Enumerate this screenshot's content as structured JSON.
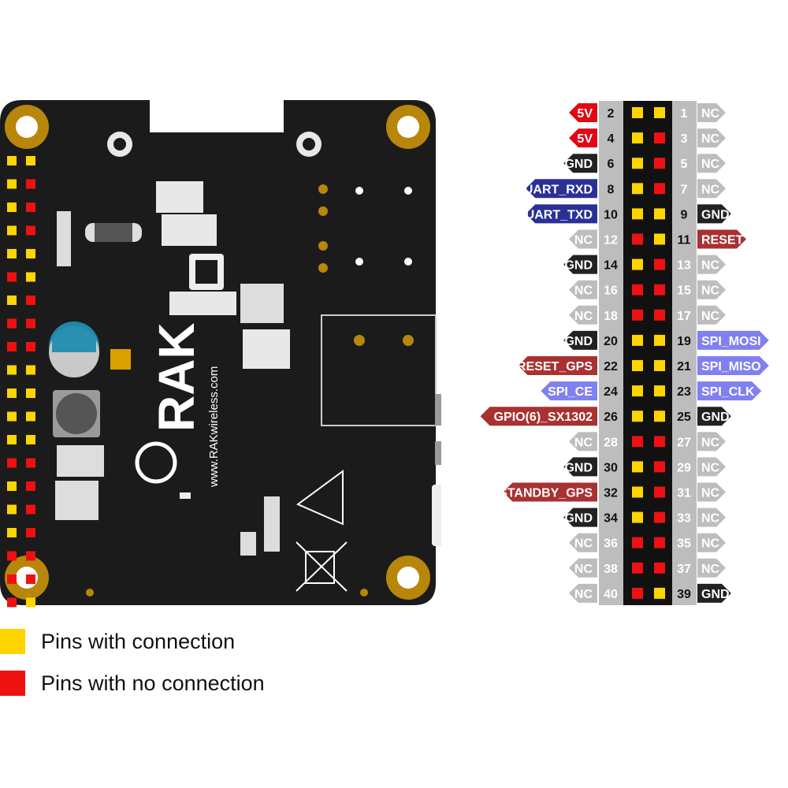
{
  "board": {
    "logo_text": "RAK",
    "website": "www.RAKwireless.com"
  },
  "colors": {
    "pin_connected": "#FFD500",
    "pin_unconnected": "#EE1111",
    "power": "#E30613",
    "ground": "#222222",
    "uart": "#2B3194",
    "spi": "#8080F0",
    "special": "#A83232",
    "nc": "#BDBDBD",
    "board": "#1B1B1B"
  },
  "legend": [
    {
      "label": "Pins with connection",
      "color_key": "pin_connected"
    },
    {
      "label": "Pins with no connection",
      "color_key": "pin_unconnected"
    }
  ],
  "pinout": {
    "rows": [
      {
        "left_pin": "2",
        "left_label": "5V",
        "left_type": "power",
        "left_state": "connected",
        "right_pin": "1",
        "right_label": "NC",
        "right_type": "nc",
        "right_state": "connected"
      },
      {
        "left_pin": "4",
        "left_label": "5V",
        "left_type": "power",
        "left_state": "connected",
        "right_pin": "3",
        "right_label": "NC",
        "right_type": "nc",
        "right_state": "unconnected"
      },
      {
        "left_pin": "6",
        "left_label": "GND",
        "left_type": "ground",
        "left_state": "connected",
        "right_pin": "5",
        "right_label": "NC",
        "right_type": "nc",
        "right_state": "unconnected"
      },
      {
        "left_pin": "8",
        "left_label": "UART_RXD",
        "left_type": "uart",
        "left_state": "connected",
        "right_pin": "7",
        "right_label": "NC",
        "right_type": "nc",
        "right_state": "unconnected"
      },
      {
        "left_pin": "10",
        "left_label": "UART_TXD",
        "left_type": "uart",
        "left_state": "connected",
        "right_pin": "9",
        "right_label": "GND",
        "right_type": "ground",
        "right_state": "connected"
      },
      {
        "left_pin": "12",
        "left_label": "NC",
        "left_type": "nc",
        "left_state": "unconnected",
        "right_pin": "11",
        "right_label": "RESET",
        "right_type": "special",
        "right_state": "connected"
      },
      {
        "left_pin": "14",
        "left_label": "GND",
        "left_type": "ground",
        "left_state": "connected",
        "right_pin": "13",
        "right_label": "NC",
        "right_type": "nc",
        "right_state": "unconnected"
      },
      {
        "left_pin": "16",
        "left_label": "NC",
        "left_type": "nc",
        "left_state": "unconnected",
        "right_pin": "15",
        "right_label": "NC",
        "right_type": "nc",
        "right_state": "unconnected"
      },
      {
        "left_pin": "18",
        "left_label": "NC",
        "left_type": "nc",
        "left_state": "unconnected",
        "right_pin": "17",
        "right_label": "NC",
        "right_type": "nc",
        "right_state": "unconnected"
      },
      {
        "left_pin": "20",
        "left_label": "GND",
        "left_type": "ground",
        "left_state": "connected",
        "right_pin": "19",
        "right_label": "SPI_MOSI",
        "right_type": "spi",
        "right_state": "connected"
      },
      {
        "left_pin": "22",
        "left_label": "RESET_GPS",
        "left_type": "special",
        "left_state": "connected",
        "right_pin": "21",
        "right_label": "SPI_MISO",
        "right_type": "spi",
        "right_state": "connected"
      },
      {
        "left_pin": "24",
        "left_label": "SPI_CE",
        "left_type": "spi",
        "left_state": "connected",
        "right_pin": "23",
        "right_label": "SPI_CLK",
        "right_type": "spi",
        "right_state": "connected"
      },
      {
        "left_pin": "26",
        "left_label": "GPIO(6)_SX1302",
        "left_type": "special",
        "left_state": "connected",
        "right_pin": "25",
        "right_label": "GND",
        "right_type": "ground",
        "right_state": "connected"
      },
      {
        "left_pin": "28",
        "left_label": "NC",
        "left_type": "nc",
        "left_state": "unconnected",
        "right_pin": "27",
        "right_label": "NC",
        "right_type": "nc",
        "right_state": "unconnected"
      },
      {
        "left_pin": "30",
        "left_label": "GND",
        "left_type": "ground",
        "left_state": "connected",
        "right_pin": "29",
        "right_label": "NC",
        "right_type": "nc",
        "right_state": "unconnected"
      },
      {
        "left_pin": "32",
        "left_label": "STANDBY_GPS",
        "left_type": "special",
        "left_state": "connected",
        "right_pin": "31",
        "right_label": "NC",
        "right_type": "nc",
        "right_state": "unconnected"
      },
      {
        "left_pin": "34",
        "left_label": "GND",
        "left_type": "ground",
        "left_state": "connected",
        "right_pin": "33",
        "right_label": "NC",
        "right_type": "nc",
        "right_state": "unconnected"
      },
      {
        "left_pin": "36",
        "left_label": "NC",
        "left_type": "nc",
        "left_state": "unconnected",
        "right_pin": "35",
        "right_label": "NC",
        "right_type": "nc",
        "right_state": "unconnected"
      },
      {
        "left_pin": "38",
        "left_label": "NC",
        "left_type": "nc",
        "left_state": "unconnected",
        "right_pin": "37",
        "right_label": "NC",
        "right_type": "nc",
        "right_state": "unconnected"
      },
      {
        "left_pin": "40",
        "left_label": "NC",
        "left_type": "nc",
        "left_state": "unconnected",
        "right_pin": "39",
        "right_label": "GND",
        "right_type": "ground",
        "right_state": "connected"
      }
    ]
  }
}
